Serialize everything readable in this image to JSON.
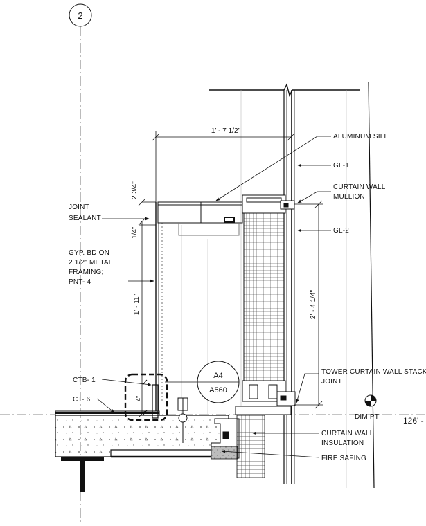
{
  "grid": {
    "bubble": "2"
  },
  "labels": {
    "aluminum_sill": "ALUMINUM SILL",
    "gl1": "GL-1",
    "cw_mullion_1": "CURTAIN WALL",
    "cw_mullion_2": "MULLION",
    "gl2": "GL-2",
    "joint_sealant_1": "JOINT",
    "joint_sealant_2": "SEALANT",
    "gyp_1": "GYP. BD ON",
    "gyp_2": "2 1/2\" METAL",
    "gyp_3": "FRAMING;",
    "gyp_4": "PNT- 4",
    "ctb1": "CTB- 1",
    "ct6": "CT- 6",
    "stack_1": "TOWER CURTAIN WALL STACK",
    "stack_2": "JOINT",
    "dim_pt": "DIM PT",
    "cw_insul_1": "CURTAIN WALL",
    "cw_insul_2": "INSULATION",
    "fire_safing": "FIRE SAFING"
  },
  "dimensions": {
    "sill_width": "1' - 7 1/2\"",
    "gl2_height": "2' - 4 1/4\"",
    "wall_height": "1' - 11\"",
    "top_offset": "2 3/4\"",
    "quarter": "1/4\"",
    "four": "4\"",
    "elevation": "126' -"
  },
  "callout": {
    "detail": "A4",
    "sheet": "A560"
  }
}
